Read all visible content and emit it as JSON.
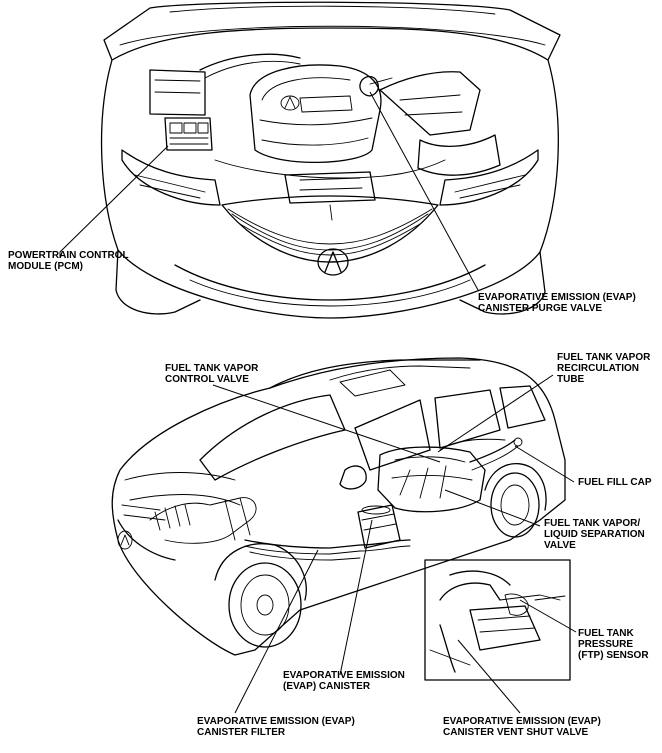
{
  "labels": {
    "pcm": [
      "POWERTRAIN CONTROL",
      "MODULE (PCM)"
    ],
    "purge_valve": [
      "EVAPORATIVE EMISSION (EVAP)",
      "CANISTER PURGE VALVE"
    ],
    "vapor_control_valve": [
      "FUEL TANK VAPOR",
      "CONTROL VALVE"
    ],
    "recirculation_tube": [
      "FUEL TANK VAPOR",
      "RECIRCULATION",
      "TUBE"
    ],
    "fuel_fill_cap": [
      "FUEL FILL CAP"
    ],
    "separation_valve": [
      "FUEL TANK VAPOR/",
      "LIQUID SEPARATION",
      "VALVE"
    ],
    "ftp_sensor": [
      "FUEL TANK",
      "PRESSURE",
      "(FTP) SENSOR"
    ],
    "evap_canister": [
      "EVAPORATIVE EMISSION",
      "(EVAP) CANISTER"
    ],
    "canister_filter": [
      "EVAPORATIVE EMISSION (EVAP)",
      "CANISTER FILTER"
    ],
    "vent_shut_valve": [
      "EVAPORATIVE EMISSION (EVAP)",
      "CANISTER VENT SHUT VALVE"
    ]
  },
  "colors": {
    "ink": "#000000",
    "paper": "#ffffff"
  },
  "icons": [
    "acura-logo-icon"
  ]
}
